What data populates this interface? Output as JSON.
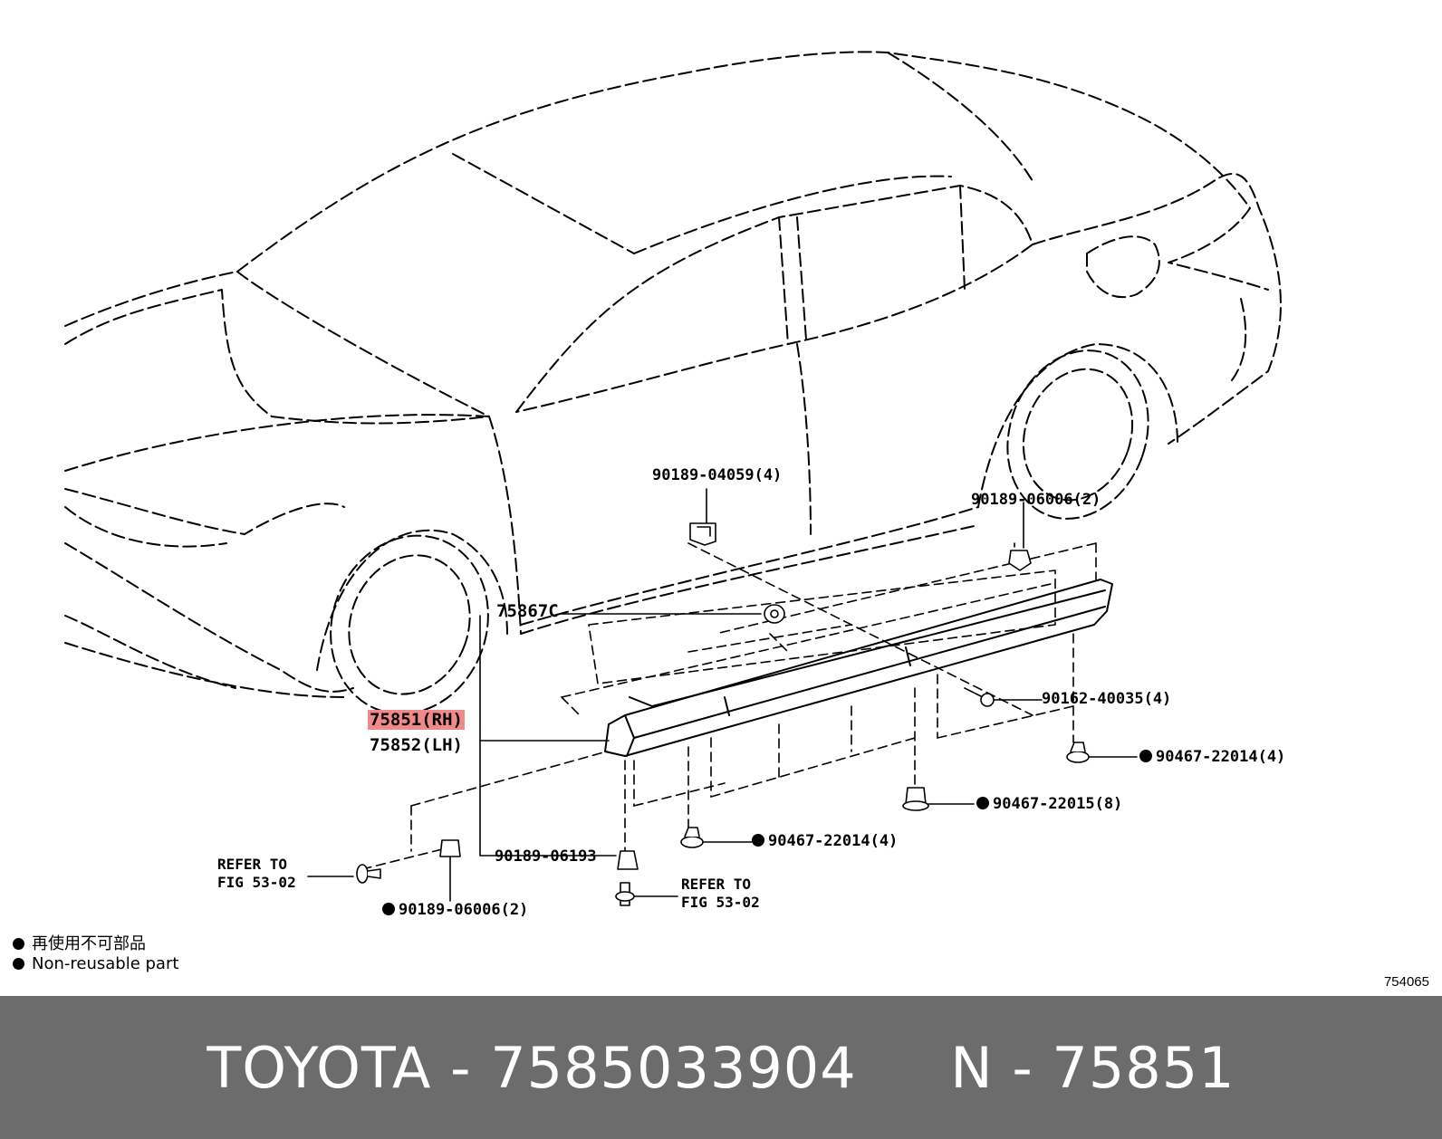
{
  "labels": {
    "p90189_04059": "90189-04059(4)",
    "p90189_06006_top": "90189-06006(2)",
    "p75867C": "75867C",
    "p90162_40035": "90162-40035(4)",
    "p75851": "75851(RH)",
    "p75852": "75852(LH)",
    "p90467_22014_right": "90467-22014(4)",
    "p90467_22015": "90467-22015(8)",
    "p90467_22014_mid": "90467-22014(4)",
    "p90189_06193": "90189-06193",
    "p90189_06006_bottom": "90189-06006(2)",
    "refer_left_line1": "REFER TO",
    "refer_left_line2": "FIG 53-02",
    "refer_mid_line1": "REFER TO",
    "refer_mid_line2": "FIG 53-02"
  },
  "legend": {
    "japanese": "再使用不可部品",
    "english": "Non-reusable part"
  },
  "figure_number": "754065",
  "footer": {
    "brand": "TOYOTA",
    "part_number": "7585033904",
    "ref": "N - 75851",
    "separator": "-"
  },
  "colors": {
    "highlight": "#f08a8a",
    "footer_bg": "#6c6c6c",
    "footer_text": "#ffffff"
  }
}
